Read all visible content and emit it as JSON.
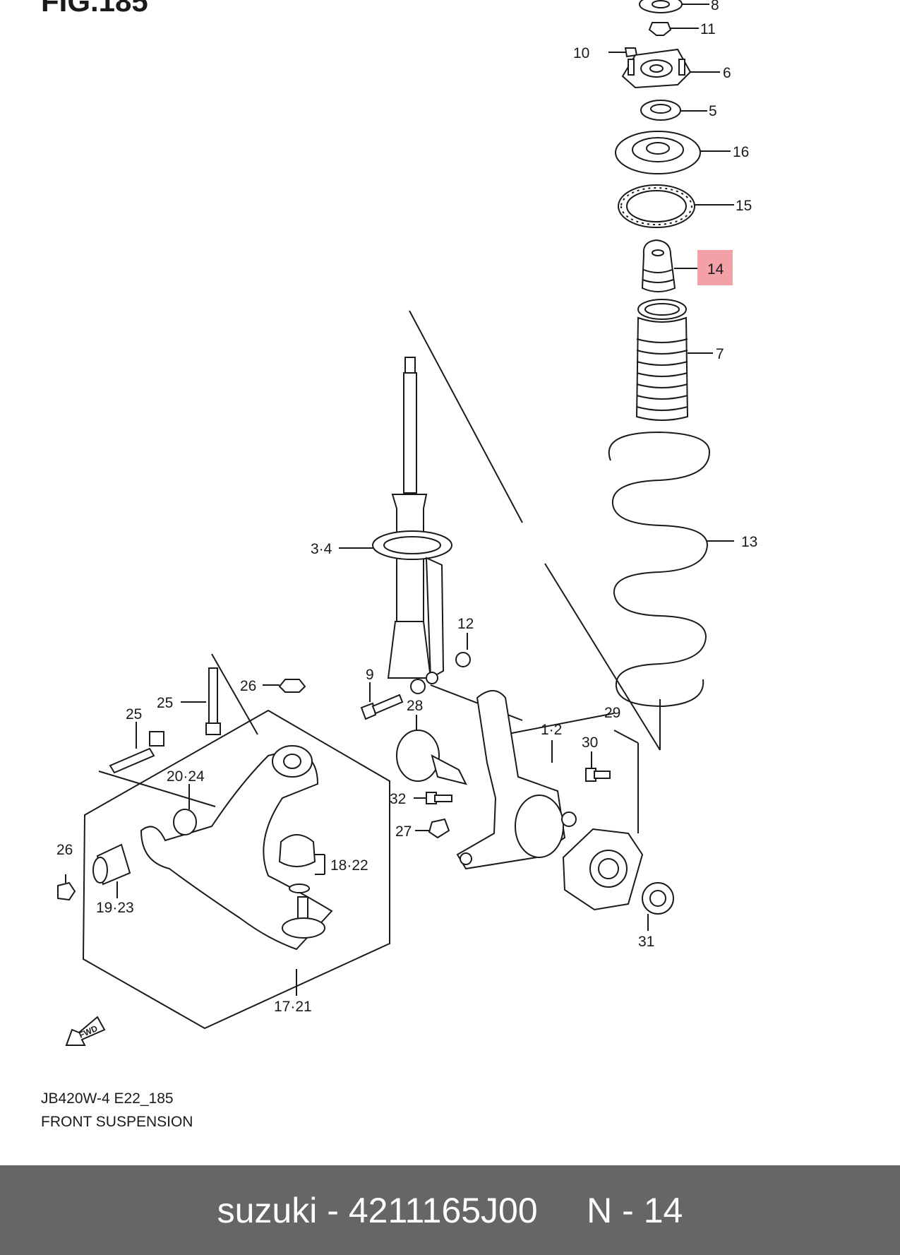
{
  "figure": {
    "fig_label": "FIG.185",
    "drawing_code": "JB420W-4 E22_185",
    "title": "FRONT SUSPENSION",
    "fwd_badge": "FWD",
    "highlight_color": "#f4a0a8",
    "callouts": {
      "c8": "8",
      "c11": "11",
      "c10": "10",
      "c6": "6",
      "c5": "5",
      "c16": "16",
      "c15": "15",
      "c14": "14",
      "c7": "7",
      "c13": "13",
      "c34": "3·4",
      "c12": "12",
      "c9": "9",
      "c26a": "26",
      "c28": "28",
      "c12b": "1·2",
      "c29": "29",
      "c30": "30",
      "c25a": "25",
      "c25b": "25",
      "c2024": "20·24",
      "c32": "32",
      "c27": "27",
      "c26b": "26",
      "c1822": "18·22",
      "c1923": "19·23",
      "c31": "31",
      "c1721": "17·21"
    }
  },
  "footer": {
    "brand": "suzuki",
    "separator": "-",
    "part_number": "4211165J00",
    "position_label": "N",
    "position_number": "14"
  }
}
